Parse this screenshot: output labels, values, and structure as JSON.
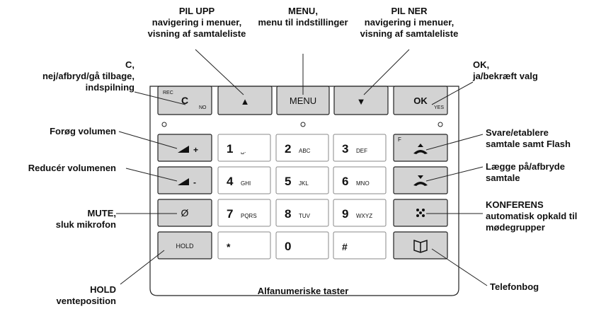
{
  "labels": {
    "pil_upp": {
      "title": "PIL UPP",
      "sub1": "navigering i menuer,",
      "sub2": "visning af samtaleliste"
    },
    "menu": {
      "title": "MENU,",
      "sub1": "menu til indstillinger"
    },
    "pil_ner": {
      "title": "PIL NER",
      "sub1": "navigering i menuer,",
      "sub2": "visning af samtaleliste"
    },
    "c": {
      "title": "C,",
      "sub1": "nej/afbryd/gå tilbage,",
      "sub2": "indspilning"
    },
    "ok": {
      "title": "OK,",
      "sub1": "ja/bekræft valg"
    },
    "volume_up": {
      "title": "Forøg volumen"
    },
    "volume_down": {
      "title": "Reducér volumenen"
    },
    "mute": {
      "title": "MUTE,",
      "sub1": "sluk mikrofon"
    },
    "hold": {
      "title": "HOLD",
      "sub1": "venteposition"
    },
    "alfanumeric": {
      "title": "Alfanumeriske taster"
    },
    "answer": {
      "title": "Svare/etablere",
      "sub1": "samtale samt Flash"
    },
    "hangup": {
      "title": "Lægge på/afbryde",
      "sub1": "samtale"
    },
    "conference": {
      "title": "KONFERENS",
      "sub1": "automatisk opkald til",
      "sub2": "mødegrupper"
    },
    "phonebook": {
      "title": "Telefonbog"
    }
  },
  "keys": {
    "c_key": {
      "main": "C",
      "top": "REC",
      "bottom": "NO"
    },
    "up_key": {
      "main": "▲"
    },
    "menu_key": {
      "main": "MENU"
    },
    "down_key": {
      "main": "▼"
    },
    "ok_key": {
      "main": "OK",
      "bottom": "YES"
    },
    "vol_up_key": {
      "main": "◢+"
    },
    "vol_down_key": {
      "main": "◢-"
    },
    "mute_key": {
      "main": "Ø"
    },
    "hold_key": {
      "main": "HOLD"
    },
    "answer_key": {
      "top": "F"
    },
    "digits": [
      {
        "num": "1",
        "letters": "␣."
      },
      {
        "num": "2",
        "letters": "ABC"
      },
      {
        "num": "3",
        "letters": "DEF"
      },
      {
        "num": "4",
        "letters": "GHI"
      },
      {
        "num": "5",
        "letters": "JKL"
      },
      {
        "num": "6",
        "letters": "MNO"
      },
      {
        "num": "7",
        "letters": "PQRS"
      },
      {
        "num": "8",
        "letters": "TUV"
      },
      {
        "num": "9",
        "letters": "WXYZ"
      },
      {
        "num": "*",
        "letters": ""
      },
      {
        "num": "0",
        "letters": ""
      },
      {
        "num": "#",
        "letters": ""
      }
    ]
  },
  "icons": [
    "arrow-up-icon",
    "arrow-down-icon",
    "volume-up-icon",
    "volume-down-icon",
    "mute-icon",
    "handset-off-hook-icon",
    "handset-on-hook-icon",
    "conference-icon",
    "phonebook-icon"
  ]
}
